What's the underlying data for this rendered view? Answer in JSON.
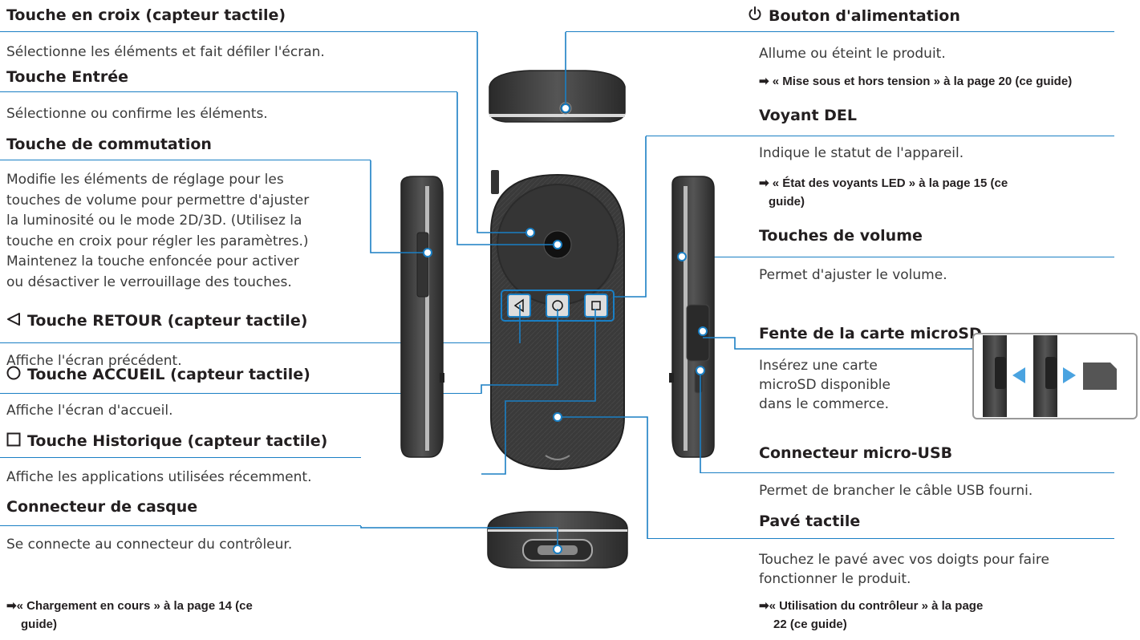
{
  "left": {
    "cross": {
      "title": "Touche en croix (capteur tactile)",
      "desc": "Sélectionne les éléments et fait défiler l'écran."
    },
    "enter": {
      "title": "Touche Entrée",
      "desc": "Sélectionne ou confirme les éléments."
    },
    "switch": {
      "title": "Touche de commutation",
      "lines": [
        "Modifie les éléments de réglage pour les",
        "touches de volume pour permettre d'ajuster",
        "la luminosité ou le mode 2D/3D. (Utilisez la",
        "touche en croix pour régler les paramètres.)",
        "Maintenez la touche enfoncée pour activer",
        "ou désactiver le verrouillage des touches."
      ]
    },
    "back": {
      "title": "Touche RETOUR (capteur tactile)",
      "desc": "Affiche l'écran précédent."
    },
    "home": {
      "title": "Touche ACCUEIL (capteur tactile)",
      "desc": "Affiche l'écran d'accueil."
    },
    "history": {
      "title": "Touche Historique (capteur tactile)",
      "desc": "Affiche les applications utilisées récemment."
    },
    "headset": {
      "title": "Connecteur de casque",
      "desc": "Se connecte au connecteur du contrôleur.",
      "ref_lines": [
        "➡« Chargement en cours » à la page 14 (ce",
        "guide)"
      ]
    }
  },
  "right": {
    "power": {
      "title": "Bouton d'alimentation",
      "desc": "Allume ou éteint le produit.",
      "ref": "➡ « Mise sous et hors tension » à la page 20 (ce guide)"
    },
    "led": {
      "title": "Voyant DEL",
      "desc": "Indique le statut de l'appareil.",
      "ref_lines": [
        "➡ « État des voyants LED » à la page 15 (ce",
        "guide)"
      ]
    },
    "volume": {
      "title": "Touches de volume",
      "desc": "Permet d'ajuster le volume."
    },
    "sd": {
      "title": "Fente de la carte microSD",
      "lines": [
        "Insérez une carte",
        "microSD disponible",
        "dans le commerce."
      ]
    },
    "usb": {
      "title": "Connecteur micro-USB",
      "desc": "Permet de brancher le câble USB fourni."
    },
    "touchpad": {
      "title": "Pavé tactile",
      "lines": [
        "Touchez le pavé avec vos doigts pour faire",
        "fonctionner le produit."
      ],
      "ref_lines": [
        "➡« Utilisation du contrôleur » à la page",
        "22 (ce guide)"
      ]
    }
  },
  "colors": {
    "accent": "#1a7fc4",
    "device": "#3b3b3b",
    "text": "#231f20"
  },
  "icons": {
    "back": "back-triangle-icon",
    "home": "home-circle-icon",
    "history": "history-square-icon",
    "power": "power-icon",
    "arrow": "right-arrow-icon"
  }
}
